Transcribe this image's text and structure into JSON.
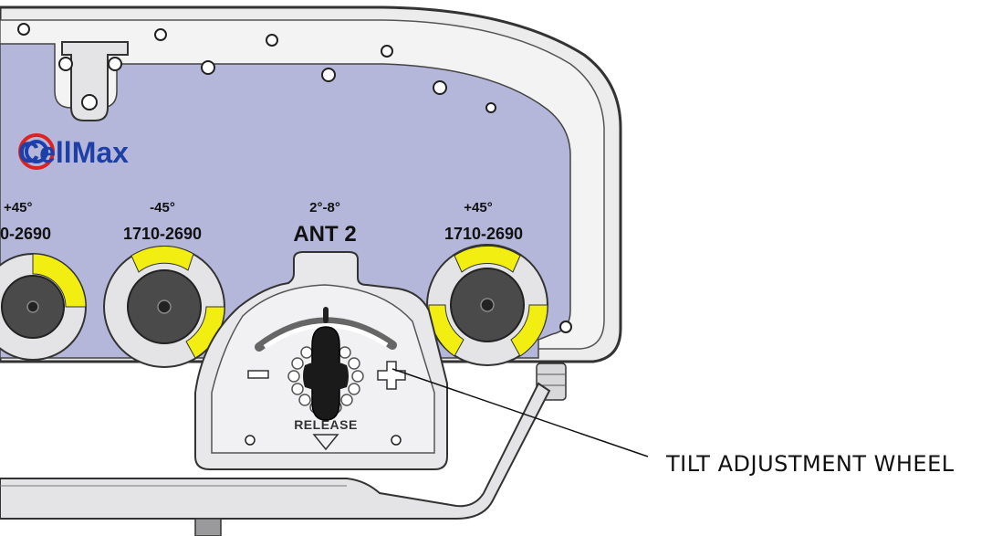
{
  "brand": {
    "name": "CellMax"
  },
  "ports": [
    {
      "polarization": "+45°",
      "band": "0-2690"
    },
    {
      "polarization": "-45°",
      "band": "1710-2690"
    },
    {
      "polarization": "+45°",
      "band": "1710-2690"
    }
  ],
  "tilt_unit": {
    "range": "2°-8°",
    "antenna": "ANT 2",
    "release_label": "RELEASE"
  },
  "callout": {
    "label": "TILT ADJUSTMENT WHEEL"
  },
  "colors": {
    "panel": "#b4b6da",
    "frame": "#e9e9ea",
    "indicator": "#f2ee12",
    "connector": "#4a4a4a",
    "knob": "#1a1a1a"
  }
}
